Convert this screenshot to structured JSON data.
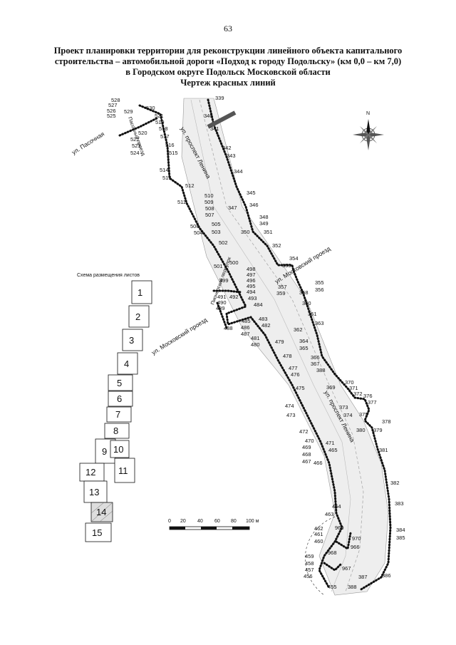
{
  "page_number": "63",
  "title": {
    "line1": "Проект планировки территории для реконструкции линейного объекта капитального",
    "line2": "строительства – автомобильной дороги «Подход к городу Подольску» (км 0,0 – км 7,0)",
    "line3": "в Городском округе Подольск Московской области",
    "line4": "Чертеж красных линий"
  },
  "compass": {
    "label": "N",
    "icon": "compass-rose-icon"
  },
  "streets": {
    "pasochnaya": "ул. Пасочная",
    "lenina_top": "ул. проспект Ленина",
    "lenina_bottom": "ул. проспект Ленина",
    "moskovsky_right": "ул. Московский проезд",
    "moskovsky_left": "ул. Московский проезд",
    "small_side": "Пасочный проезд",
    "small_mid": "Пионерский переулок"
  },
  "sheet_scheme": {
    "title": "Схема размещения листов",
    "sheets": [
      "1",
      "2",
      "3",
      "4",
      "5",
      "6",
      "7",
      "8",
      "9",
      "10",
      "11",
      "12",
      "13",
      "14",
      "15"
    ]
  },
  "scale_bar": {
    "ticks": [
      "0",
      "20",
      "40",
      "60",
      "80",
      "100 м"
    ]
  },
  "points": {
    "p339": "339",
    "p340": "340",
    "p341": "341",
    "p342": "342",
    "p343": "343",
    "p344": "344",
    "p345": "345",
    "p346": "346",
    "p347": "347",
    "p348": "348",
    "p349": "349",
    "p350": "350",
    "p351": "351",
    "p352": "352",
    "p353": "353",
    "p354": "354",
    "p355": "355",
    "p356": "356",
    "p357": "357",
    "p358": "358",
    "p359": "359",
    "p360": "360",
    "p361": "361",
    "p362": "362",
    "p363": "363",
    "p364": "364",
    "p365": "365",
    "p366": "366",
    "p367": "367",
    "p368": "368",
    "p369": "369",
    "p370": "370",
    "p371": "371",
    "p372": "372",
    "p373": "373",
    "p374": "374",
    "p375": "375",
    "p376": "376",
    "p377": "377",
    "p378": "378",
    "p379": "379",
    "p380": "380",
    "p381": "381",
    "p382": "382",
    "p383": "383",
    "p384": "384",
    "p385": "385",
    "p386": "386",
    "p387": "387",
    "p388": "388",
    "p455": "455",
    "p456": "456",
    "p457": "457",
    "p458": "458",
    "p459": "459",
    "p460": "460",
    "p461": "461",
    "p462": "462",
    "p463": "463",
    "p464": "464",
    "p465": "465",
    "p466": "466",
    "p467": "467",
    "p468": "468",
    "p469": "469",
    "p470": "470",
    "p471": "471",
    "p472": "472",
    "p473": "473",
    "p474": "474",
    "p475": "475",
    "p476": "476",
    "p477": "477",
    "p478": "478",
    "p479": "479",
    "p480": "480",
    "p481": "481",
    "p482": "482",
    "p483": "483",
    "p484": "484",
    "p485": "485",
    "p486": "486",
    "p487": "487",
    "p488": "488",
    "p489": "489",
    "p490": "490",
    "p491": "491",
    "p492": "492",
    "p493": "493",
    "p494": "494",
    "p495": "495",
    "p496": "496",
    "p497": "497",
    "p498": "498",
    "p499": "499",
    "p500": "500",
    "p501": "501",
    "p502": "502",
    "p503": "503",
    "p504": "504",
    "p505": "505",
    "p506": "506",
    "p507": "507",
    "p508": "508",
    "p509": "509",
    "p510": "510",
    "p511": "511",
    "p512": "512",
    "p513": "513",
    "p514": "514",
    "p515": "515",
    "p516": "516",
    "p517": "517",
    "p518": "518",
    "p519": "519",
    "p520": "520",
    "p521": "521",
    "p522": "522",
    "p523": "523",
    "p524": "524",
    "p525": "525",
    "p526": "526",
    "p527": "527",
    "p528": "528",
    "p529": "529",
    "p530": "530",
    "p966": "966",
    "p967": "967",
    "p968": "968",
    "p969": "969",
    "p970": "970"
  },
  "colors": {
    "ink": "#111111",
    "road_fill": "#eeeeee",
    "highlight": "#555555"
  }
}
